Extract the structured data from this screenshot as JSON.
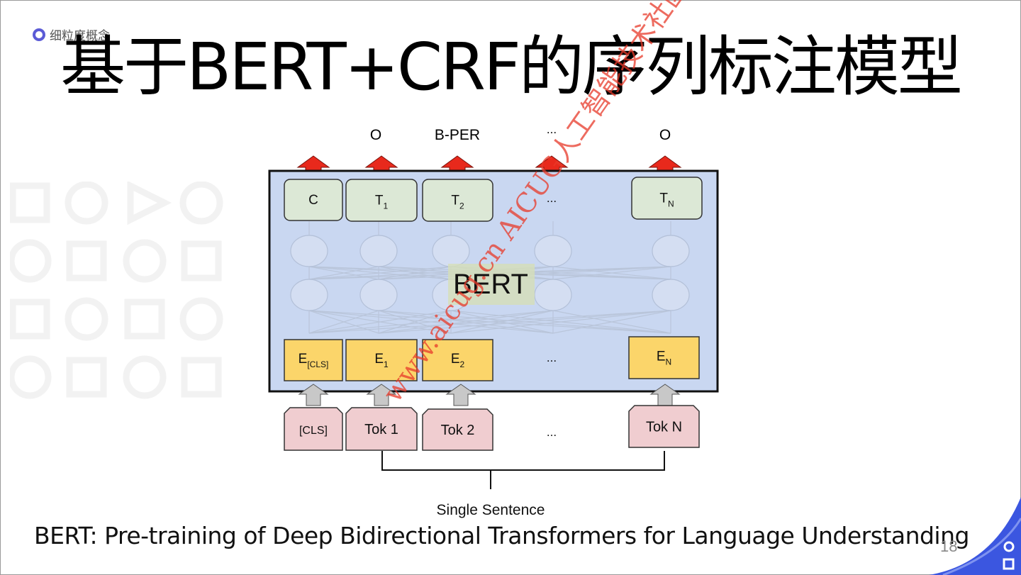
{
  "section_label": "细粒度概念",
  "title": "基于BERT+CRF的序列标注模型",
  "diagram": {
    "outputs": [
      "O",
      "B-PER",
      "...",
      "O"
    ],
    "hidden_labels": [
      {
        "base": "C",
        "sub": ""
      },
      {
        "base": "T",
        "sub": "1"
      },
      {
        "base": "T",
        "sub": "2"
      },
      {
        "base": "...",
        "sub": ""
      },
      {
        "base": "T",
        "sub": "N"
      }
    ],
    "model_label": "BERT",
    "embedding_labels": [
      {
        "base": "E",
        "sub": "[CLS]"
      },
      {
        "base": "E",
        "sub": "1"
      },
      {
        "base": "E",
        "sub": "2"
      },
      {
        "base": "...",
        "sub": ""
      },
      {
        "base": "E",
        "sub": "N"
      }
    ],
    "tokens": [
      "[CLS]",
      "Tok 1",
      "Tok 2",
      "...",
      "Tok N"
    ],
    "input_label": "Single Sentence",
    "watermark": "www.aicug.cn AICUG人工智能技术社区",
    "colors": {
      "bert_box": "#c9d7f1",
      "hidden_box": "#dce8d6",
      "embedding_box": "#fbd56a",
      "token_box": "#f0cdd0",
      "arrow_red": "#e8291c",
      "arrow_gray": "#c8c8c8",
      "watermark": "#e83a2a"
    }
  },
  "caption": "BERT: Pre-training of Deep Bidirectional Transformers for Language Understanding",
  "page_number": "18",
  "colors": {
    "accent": "#5b5bd6",
    "corner": "#3b56e0"
  }
}
